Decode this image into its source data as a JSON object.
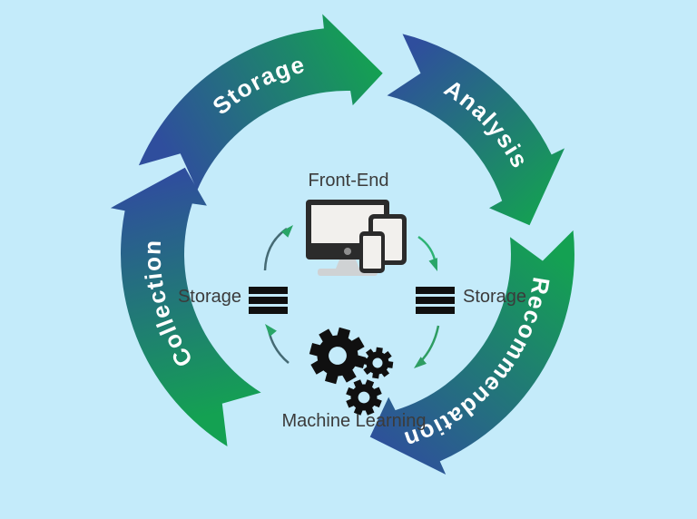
{
  "background_color": "#c4ebfa",
  "colors": {
    "arc_gradient_blue": "#2f4e9d",
    "arc_gradient_green": "#14a152",
    "arc_label_text": "#ffffff",
    "inner_label_text": "#3b3b3b",
    "icon_black": "#101010",
    "device_bezel": "#2b2b2b",
    "device_screen": "#f2f0ed",
    "connector_dark": "#456a74",
    "connector_green": "#2eb374",
    "arrowhead_green": "#29a567"
  },
  "cycle": {
    "arcs": [
      {
        "id": "collection",
        "label": "Collection"
      },
      {
        "id": "storage",
        "label": "Storage"
      },
      {
        "id": "analysis",
        "label": "Analysis"
      },
      {
        "id": "recommendation",
        "label": "Recommendation"
      }
    ]
  },
  "center": {
    "front_end": {
      "label": "Front-End",
      "icon": "devices-icon"
    },
    "storage_left": {
      "label": "Storage",
      "icon": "storage-stack-icon"
    },
    "storage_right": {
      "label": "Storage",
      "icon": "storage-stack-icon"
    },
    "machine_learning": {
      "label": "Machine Learning",
      "icon": "gears-icon"
    }
  }
}
